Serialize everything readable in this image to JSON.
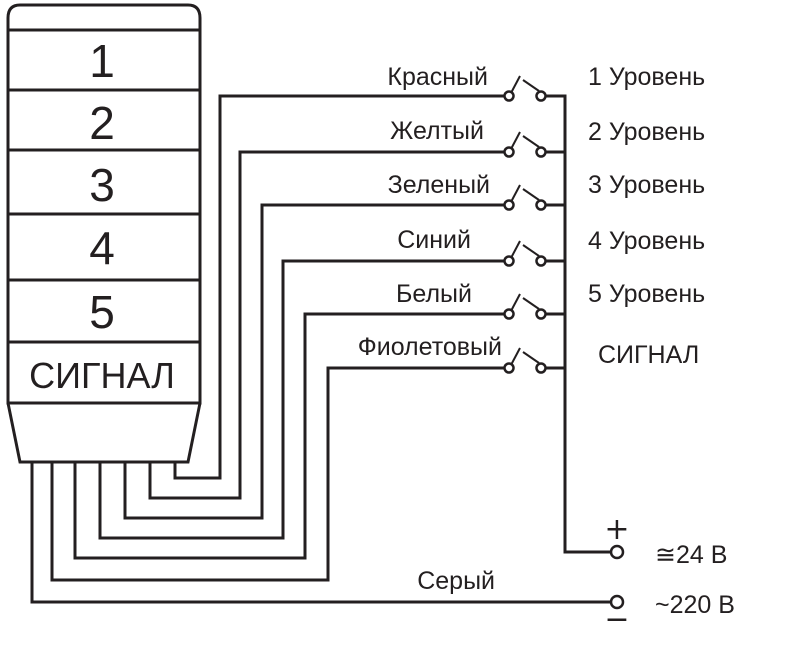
{
  "tower": {
    "segments": [
      "1",
      "2",
      "3",
      "4",
      "5",
      "СИГНАЛ"
    ]
  },
  "colors": {
    "line": "#231f20",
    "background": "#ffffff"
  },
  "circuits": [
    {
      "wire": "Красный",
      "level": "1 Уровень"
    },
    {
      "wire": "Желтый",
      "level": "2 Уровень"
    },
    {
      "wire": "Зеленый",
      "level": "3 Уровень"
    },
    {
      "wire": "Синий",
      "level": "4 Уровень"
    },
    {
      "wire": "Белый",
      "level": "5 Уровень"
    },
    {
      "wire": "Фиолетовый",
      "level": "СИГНАЛ"
    }
  ],
  "common": {
    "wire": "Серый"
  },
  "power": {
    "plus_symbol": "+",
    "minus_symbol": "−",
    "dc_label": "≅24 В",
    "ac_label": "~220 В"
  }
}
